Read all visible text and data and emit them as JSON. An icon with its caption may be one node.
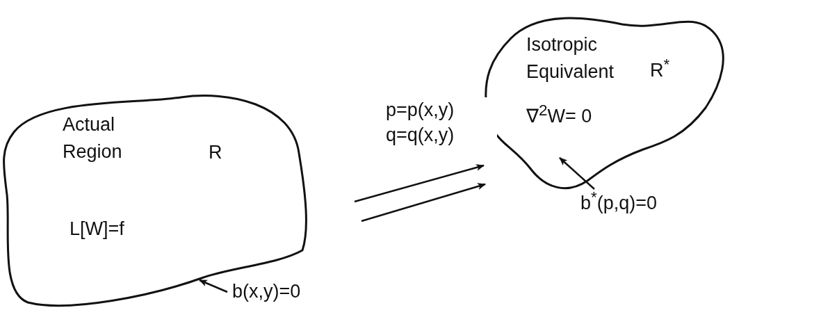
{
  "diagram": {
    "nodes": [
      {
        "text": [
          "Actual Region",
          "R",
          "L[W]=f"
        ]
      },
      {
        "text": [
          "Isotropic Equivalent",
          "R$^{*}$",
          "∇$^{2}$W= 0"
        ]
      },
      {
        "text": [
          "b(x,y)=0"
        ]
      },
      {
        "text": [
          "b$^{*}$(p,q)=0"
        ]
      }
    ],
    "edges": [
      {
        "from": null,
        "to": 1,
        "arrow": "to",
        "label": "p=p(x,y) q=q(x,y)"
      },
      {
        "from": null,
        "to": 1,
        "arrow": "to"
      },
      {
        "from": 2,
        "to": 0,
        "arrow": "to"
      },
      {
        "from": 3,
        "to": 1,
        "arrow": "to"
      }
    ]
  }
}
